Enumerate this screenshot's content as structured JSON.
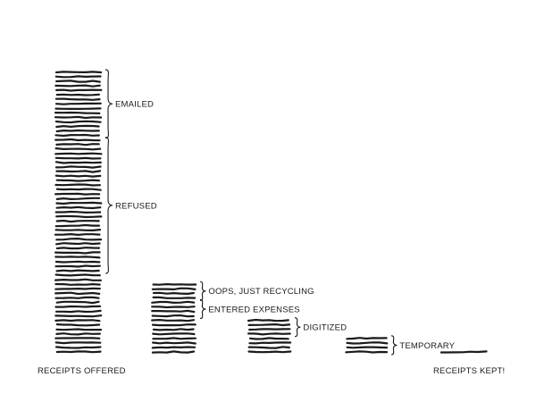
{
  "colors": {
    "ink": "#1a1a1a",
    "background": "#ffffff"
  },
  "stacks": [
    {
      "id": "receipts-offered",
      "count": 63,
      "label": "RECEIPTS OFFERED",
      "groups": [
        {
          "label": "EMAILED",
          "from": 0,
          "to": 14
        },
        {
          "label": "REFUSED",
          "from": 15,
          "to": 44
        }
      ]
    },
    {
      "id": "after-refusal",
      "count": 16,
      "groups": [
        {
          "label": "OOPS, JUST RECYCLING",
          "from": 0,
          "to": 3
        },
        {
          "label": "ENTERED EXPENSES",
          "from": 4,
          "to": 7
        }
      ]
    },
    {
      "id": "after-expenses",
      "count": 8,
      "groups": [
        {
          "label": "DIGITIZED",
          "from": 0,
          "to": 3
        }
      ]
    },
    {
      "id": "after-digitizing",
      "count": 4,
      "groups": [
        {
          "label": "TEMPORARY",
          "from": 0,
          "to": 3
        }
      ]
    },
    {
      "id": "receipts-kept",
      "count": 1,
      "label": "RECEIPTS KEPT!",
      "groups": []
    }
  ]
}
